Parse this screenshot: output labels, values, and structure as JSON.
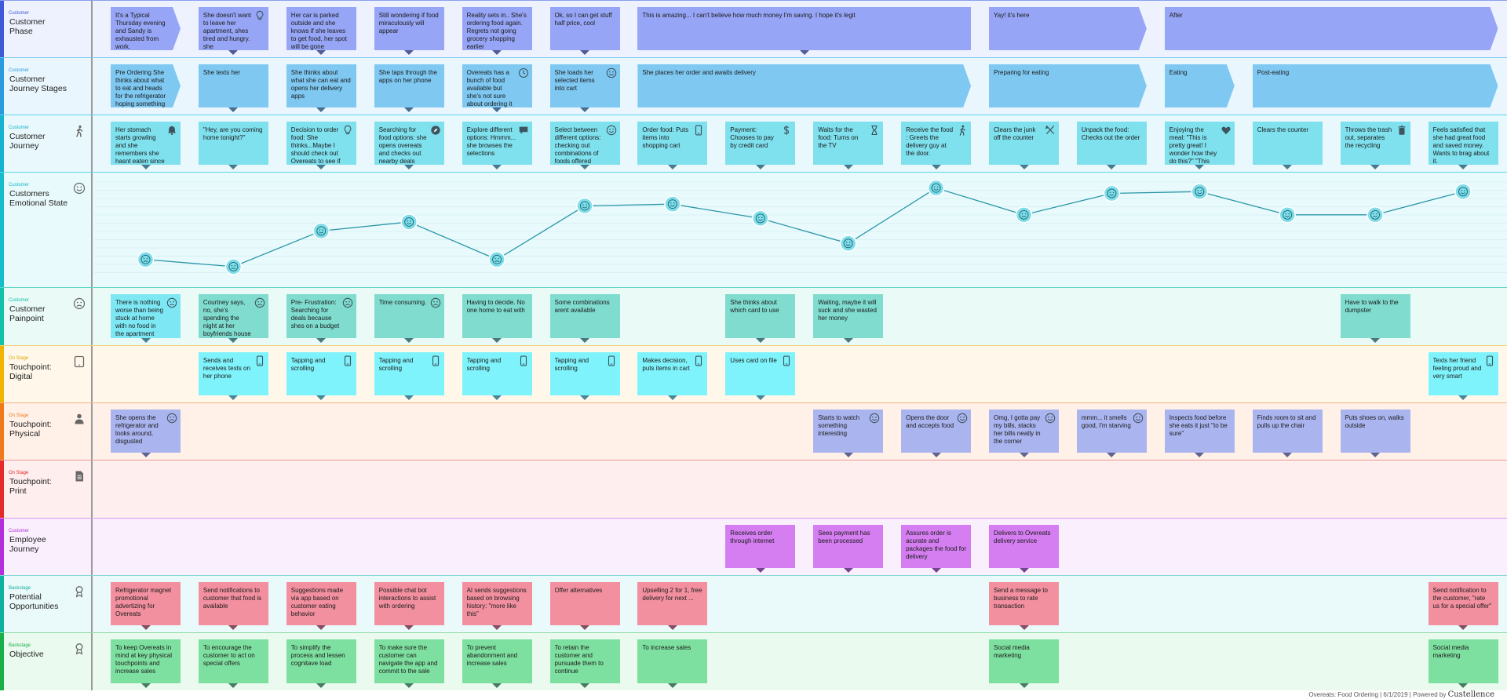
{
  "lanes": [
    {
      "id": "phase",
      "tag": "Customer",
      "title": "Customer Phase",
      "icon": "",
      "bg": "#eef2ff",
      "bar": "#3f5ad9",
      "tag_color": "#3f5ad9",
      "line": "#8aa0ef"
    },
    {
      "id": "stages",
      "tag": "Customer",
      "title": "Customer Journey Stages",
      "icon": "",
      "bg": "#eaf6fd",
      "bar": "#2a9bde",
      "tag_color": "#2a9bde",
      "line": "#7cc6ee"
    },
    {
      "id": "journey",
      "tag": "Customer",
      "title": "Customer Journey",
      "icon": "walking-person-icon",
      "bg": "#e8f8fc",
      "bar": "#16b2d0",
      "tag_color": "#16b2d0",
      "line": "#5bd3e8"
    },
    {
      "id": "emotion",
      "tag": "Customer",
      "title": "Customers Emotional State",
      "icon": "smiley-icon",
      "bg": "#e9fafc",
      "bar": "#14bccc",
      "tag_color": "#14bccc",
      "line": "#5dd8e2"
    },
    {
      "id": "painpoint",
      "tag": "Customer",
      "title": "Customer Painpoint",
      "icon": "sad-face-icon",
      "bg": "#eafaf6",
      "bar": "#12c2a8",
      "tag_color": "#12c2a8",
      "line": "#5ed6c2"
    },
    {
      "id": "digital",
      "tag": "On Stage",
      "title": "Touchpoint: Digital",
      "icon": "tablet-icon",
      "bg": "#fff8ea",
      "bar": "#f0b400",
      "tag_color": "#e0a400",
      "line": "#f3d27a"
    },
    {
      "id": "physical",
      "tag": "On Stage",
      "title": "Touchpoint: Physical",
      "icon": "person-icon",
      "bg": "#fff1e8",
      "bar": "#ef7a1a",
      "tag_color": "#ef7a1a",
      "line": "#f4b387"
    },
    {
      "id": "print",
      "tag": "On Stage",
      "title": "Touchpoint: Print",
      "icon": "document-icon",
      "bg": "#feeeee",
      "bar": "#e52a2a",
      "tag_color": "#e52a2a",
      "line": "#f29a9a"
    },
    {
      "id": "employee",
      "tag": "Customer",
      "title": "Employee Journey",
      "icon": "",
      "bg": "#f9effd",
      "bar": "#b22fd9",
      "tag_color": "#b22fd9",
      "line": "#d99bec"
    },
    {
      "id": "opportunities",
      "tag": "Backstage",
      "title": "Potential Opportunities",
      "icon": "ribbon-icon",
      "bg": "#eaf9f9",
      "bar": "#0fb1a0",
      "tag_color": "#0fb1a0",
      "line": "#7fd8cf"
    },
    {
      "id": "objective",
      "tag": "Backstage",
      "title": "Objective",
      "icon": "ribbon-icon",
      "bg": "#ebfaef",
      "bar": "#19b04a",
      "tag_color": "#19b04a",
      "line": "#8edba5"
    }
  ],
  "cards": {
    "phase": [
      {
        "text": "It's a Typical Thursday evening and Sandy is exhausted from work.",
        "span": 1,
        "arrow": true
      },
      {
        "text": "She doesn't want to leave her apartment, shes tired and hungry. she thinks...Maybe...",
        "span": 1,
        "icon": "lightbulb-icon"
      },
      {
        "text": "Her car is parked outside and she knows if she leaves to get food, her spot will be gone",
        "span": 1
      },
      {
        "text": "Still wondering if food miraculously will appear",
        "span": 1
      },
      {
        "text": "Reality sets in.. She's ordering food again. Regrets not going grocery shopping earlier",
        "span": 1
      },
      {
        "text": "Ok, so I can get stuff half price, cool",
        "span": 1
      },
      {
        "text": "This is amazing... I can't believe how much money I'm saving. I hope it's legit",
        "span": 4
      },
      {
        "text": "Yay! it's here",
        "span": 2,
        "arrow": true
      },
      {
        "text": "After",
        "span": 4,
        "arrow": true
      }
    ],
    "stages": [
      {
        "text": "Pre Ordering She thinks about what to eat and heads for the refrigerator hoping something might be...",
        "span": 1,
        "arrow": true
      },
      {
        "text": "She texts her",
        "span": 1
      },
      {
        "text": "She thinks about what she can eat and opens her delivery apps",
        "span": 1
      },
      {
        "text": "She taps through the apps on her phone",
        "span": 1
      },
      {
        "text": "Overeats has a bunch of food available but she's not sure about ordering it because...",
        "span": 1,
        "icon": "clock-icon"
      },
      {
        "text": "She loads her selected items into cart",
        "span": 1,
        "icon": "smiley-icon"
      },
      {
        "text": "She places her order and awaits delivery",
        "span": 4,
        "arrow": true
      },
      {
        "text": "Preparing for eating",
        "span": 2,
        "arrow": true
      },
      {
        "text": "Eating",
        "span": 1,
        "arrow": true
      },
      {
        "text": "Post-eating",
        "span": 3,
        "arrow": true
      }
    ],
    "journey": [
      {
        "text": "Her stomach starts growling and she remembers she hasnt eaten since the crappy lunch she had at work",
        "icon": "bell-icon"
      },
      {
        "text": "\"Hey, are you coming home tonight?\""
      },
      {
        "text": "Decision to order food: She thinks...Maybe I should check out Overeats to see if I...",
        "icon": "lightbulb-icon"
      },
      {
        "text": "Searching for food options: she opens overeats and checks out nearby deals",
        "icon": "compass-icon"
      },
      {
        "text": "Explore different options: Hmmm... she browses the selections",
        "icon": "chat-icon"
      },
      {
        "text": "Select between different options: checking out combinations of foods offered",
        "icon": "smiley-icon"
      },
      {
        "text": "Order food: Puts items into shopping cart",
        "icon": "phone-icon"
      },
      {
        "text": "Payment: Chooses to pay by credit card",
        "icon": "dollar-icon"
      },
      {
        "text": "Waits for the food: Turns on the TV",
        "icon": "hourglass-icon"
      },
      {
        "text": "Receive the food : Greets the delivery guy at the door.",
        "icon": "walking-person-icon"
      },
      {
        "text": "Clears the junk off the counter",
        "icon": "utensils-icon"
      },
      {
        "text": "Unpack the food: Checks out the order",
        "icon": ""
      },
      {
        "text": "Enjoying the meal: \"This is pretty great! I wonder how they do this?\" \"This food is the same th...",
        "icon": "heart-icon"
      },
      {
        "text": "Clears the counter",
        "icon": ""
      },
      {
        "text": "Throws the trash out, separates the recycling",
        "icon": "trash-icon"
      },
      {
        "text": "Feels satisfied that she had great food and saved money. Wants to brag about it.",
        "icon": ""
      }
    ],
    "painpoint": [
      {
        "col": 0,
        "text": "There is nothing worse than being stuck at home with no food in the apartment",
        "icon": "sad-face-icon",
        "color": "#7de8f4"
      },
      {
        "col": 1,
        "text": "Courtney says, no, she's spending the night at her boyfriends house",
        "icon": "sad-face-icon"
      },
      {
        "col": 2,
        "text": "Pre- Frustration: Searching for deals because shes on a budget",
        "icon": "sad-face-icon"
      },
      {
        "col": 3,
        "text": "Time consuming.",
        "icon": "sad-face-icon"
      },
      {
        "col": 4,
        "text": "Having to decide. No one home to eat with",
        "icon": ""
      },
      {
        "col": 5,
        "text": "Some combinations arent available",
        "icon": ""
      },
      {
        "col": 7,
        "text": "She thinks about which card to use",
        "icon": ""
      },
      {
        "col": 8,
        "text": "Waiting, maybe it will suck and she wasted her money",
        "icon": ""
      },
      {
        "col": 14,
        "text": "Have to walk to the dumpster",
        "icon": ""
      }
    ],
    "digital": [
      {
        "col": 1,
        "text": "Sends and receives texts on her phone",
        "icon": "phone-icon"
      },
      {
        "col": 2,
        "text": "Tapping and scrolling",
        "icon": "phone-icon"
      },
      {
        "col": 3,
        "text": "Tapping and scrolling",
        "icon": "phone-icon"
      },
      {
        "col": 4,
        "text": "Tapping and scrolling",
        "icon": "phone-icon"
      },
      {
        "col": 5,
        "text": "Tapping and scrolling",
        "icon": "phone-icon"
      },
      {
        "col": 6,
        "text": "Makes decision, puts items in cart",
        "icon": "phone-icon"
      },
      {
        "col": 7,
        "text": "Uses card on file",
        "icon": "phone-icon"
      },
      {
        "col": 15,
        "text": "Texts her friend feeling proud and very smart",
        "icon": "phone-icon"
      }
    ],
    "physical": [
      {
        "col": 0,
        "text": "She opens the refrigerator and looks around, disgusted",
        "icon": "sad-face-icon"
      },
      {
        "col": 8,
        "text": "Starts to watch something interesting",
        "icon": "smiley-icon"
      },
      {
        "col": 9,
        "text": "Opens the door and accepts food",
        "icon": "smiley-icon"
      },
      {
        "col": 10,
        "text": "Omg, I gotta pay my bills, stacks her bills neatly in the corner",
        "icon": "smiley-icon"
      },
      {
        "col": 11,
        "text": "mmm... it smells good, I'm starving",
        "icon": "smiley-icon"
      },
      {
        "col": 12,
        "text": "Inspects food before she eats it just \"to be sure\"",
        "icon": ""
      },
      {
        "col": 13,
        "text": "Finds room to sit and pulls up the chair",
        "icon": ""
      },
      {
        "col": 14,
        "text": "Puts shoes on, walks outside",
        "icon": ""
      }
    ],
    "print": [],
    "employee": [
      {
        "col": 7,
        "text": "Receives order through internet"
      },
      {
        "col": 8,
        "text": "Sees payment has been processed"
      },
      {
        "col": 9,
        "text": "Assures order is acurate and packages the food for delivery"
      },
      {
        "col": 10,
        "text": "Delivers to Overeats delivery service"
      }
    ],
    "opportunities": [
      {
        "col": 0,
        "text": "Refrigerator magnet promotional advertizing for Overeats"
      },
      {
        "col": 1,
        "text": "Send notifications to customer that food is available"
      },
      {
        "col": 2,
        "text": "Suggestions made via app based on customer eating behavior"
      },
      {
        "col": 3,
        "text": "Possible chat bot interactions to assist with ordering"
      },
      {
        "col": 4,
        "text": "AI sends suggestions based on browsing history: \"more like this\""
      },
      {
        "col": 5,
        "text": "Offer alternatives"
      },
      {
        "col": 6,
        "text": "Upselling 2 for 1, free delivery for next ..."
      },
      {
        "col": 10,
        "text": "Send a message to business to rate transaction"
      },
      {
        "col": 15,
        "text": "Send notification to the customer, \"rate us for a special offer\""
      }
    ],
    "objective": [
      {
        "col": 0,
        "text": "To keep Overeats in mind at key physical touchpoints and increase sales"
      },
      {
        "col": 1,
        "text": "To encourage the customer to act on special offers"
      },
      {
        "col": 2,
        "text": "To simplify the process and lessen cognitave load"
      },
      {
        "col": 3,
        "text": "To make sure the customer can navigate the app and commit to the sale"
      },
      {
        "col": 4,
        "text": "To prevent abandonment and increase sales"
      },
      {
        "col": 5,
        "text": "To retain the customer and pursuade them to continue"
      },
      {
        "col": 6,
        "text": "To increase sales"
      },
      {
        "col": 10,
        "text": "Social media marketing"
      },
      {
        "col": 15,
        "text": "Social media marketing"
      }
    ]
  },
  "card_colors": {
    "phase": "#96a5f5",
    "stages": "#7ec8f2",
    "journey": "#7fe0ee",
    "painpoint": "#7fdccf",
    "digital": "#7ff3fb",
    "physical": "#aab4ef",
    "employee": "#d47ef1",
    "opportunities": "#f390a0",
    "objective": "#7ee0a0"
  },
  "chart_data": {
    "type": "line",
    "title": "",
    "x": [
      1,
      2,
      3,
      4,
      5,
      6,
      7,
      8,
      9,
      10,
      11,
      12,
      13,
      14,
      15,
      16
    ],
    "values": [
      -0.1,
      -0.3,
      0.7,
      0.95,
      -0.1,
      1.4,
      1.45,
      1.05,
      0.35,
      1.9,
      1.15,
      1.75,
      1.8,
      1.15,
      1.15,
      1.8
    ],
    "moods": [
      "sad",
      "sad",
      "happy",
      "happy",
      "sad",
      "happy",
      "happy",
      "happy",
      "happy",
      "happy",
      "happy",
      "happy",
      "happy",
      "happy",
      "happy",
      "happy"
    ],
    "ylim": [
      -0.5,
      2.2
    ],
    "line_color": "#2a96a8",
    "marker_color": "#7fdde9"
  },
  "footer": {
    "text": "Overeats: Food Ordering | 6/1/2019 | Powered by",
    "brand": "Custellence"
  }
}
